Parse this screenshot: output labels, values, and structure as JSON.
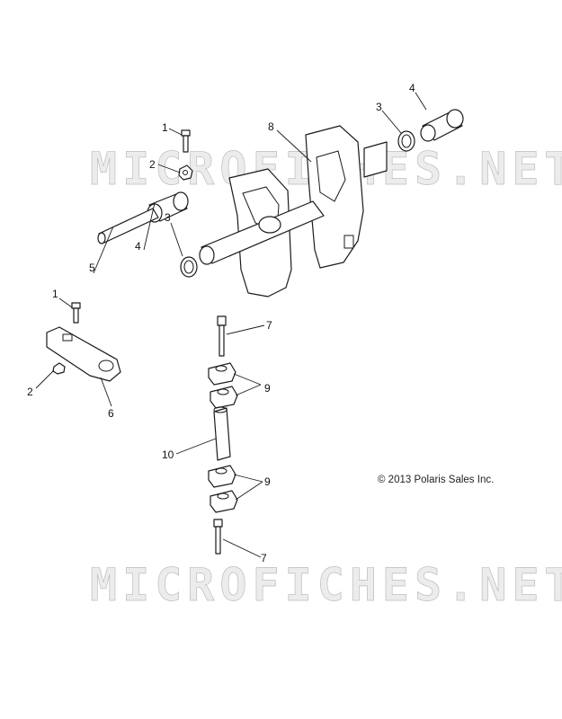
{
  "watermark": "MICROFICHES.NET",
  "copyright": "© 2013 Polaris Sales Inc.",
  "callouts": {
    "c1a": "1",
    "c2a": "2",
    "c3a": "3",
    "c4a": "4",
    "c8": "8",
    "c3b": "3",
    "c4b": "4",
    "c5": "5",
    "c1b": "1",
    "c2b": "2",
    "c6": "6",
    "c7a": "7",
    "c9a": "9",
    "c10": "10",
    "c9b": "9",
    "c7b": "7"
  },
  "colors": {
    "line": "#1a1a1a",
    "watermark_stroke": "#bdbdbd",
    "background": "#ffffff"
  }
}
